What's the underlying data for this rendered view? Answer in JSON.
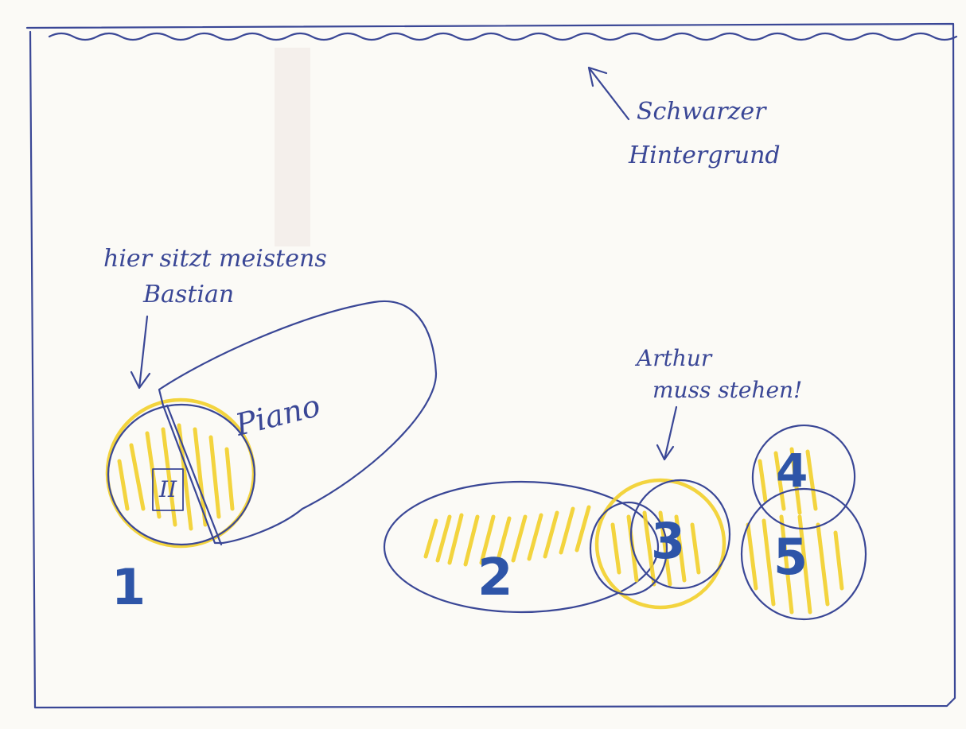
{
  "annotations": {
    "background": "Schwarzer\nHintergrund",
    "bastian_note": "hier sitzt meistens\nBastian",
    "piano": "Piano",
    "arthur_note": "Arthur\nmuss stehen!"
  },
  "positions": {
    "p1": "1",
    "p2": "2",
    "p3": "3",
    "p4": "4",
    "p5": "5",
    "chair": "II"
  },
  "colors": {
    "ink": "#3a4796",
    "highlight": "#f2cf2a",
    "paper": "#fbfaf6"
  }
}
